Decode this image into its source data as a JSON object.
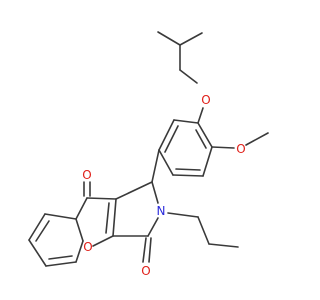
{
  "atoms": {
    "ether_oxygen": "O",
    "methoxy_oxygen": "O",
    "ketone_oxygen": "O",
    "ring_oxygen": "O",
    "lactam_oxygen": "O",
    "nitrogen": "N"
  },
  "colors": {
    "bond": "#3a3a3a",
    "oxygen": "#e0201a",
    "nitrogen": "#2a2adc",
    "background": "#ffffff"
  }
}
